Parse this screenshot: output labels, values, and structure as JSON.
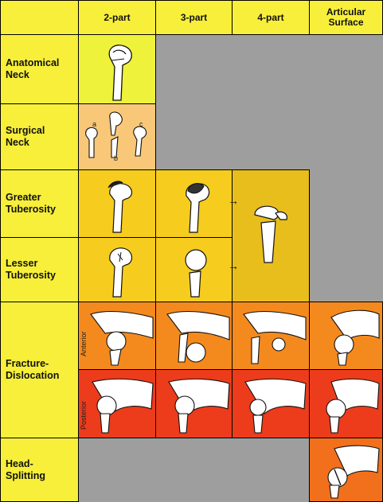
{
  "columns": [
    "2-part",
    "3-part",
    "4-part",
    "Articular Surface"
  ],
  "rows": {
    "anatomical_neck": "Anatomical\nNeck",
    "surgical_neck": "Surgical\nNeck",
    "greater_tuberosity": "Greater\nTuberosity",
    "lesser_tuberosity": "Lesser\nTuberosity",
    "fracture_dislocation": "Fracture-\nDislocation",
    "head_splitting": "Head-\nSplitting"
  },
  "sublabels": {
    "anterior": "Anterior",
    "posterior": "Posterior"
  },
  "surgical_letters": {
    "a": "a",
    "b": "b",
    "c": "c"
  },
  "colors": {
    "header_yellow": "#f7ef3a",
    "lime": "#eef23a",
    "peach": "#f8c878",
    "gold": "#f6cc1e",
    "deep_gold": "#e8be1c",
    "orange": "#f48a1e",
    "red": "#ec3c1c",
    "gray": "#9e9e9e"
  }
}
